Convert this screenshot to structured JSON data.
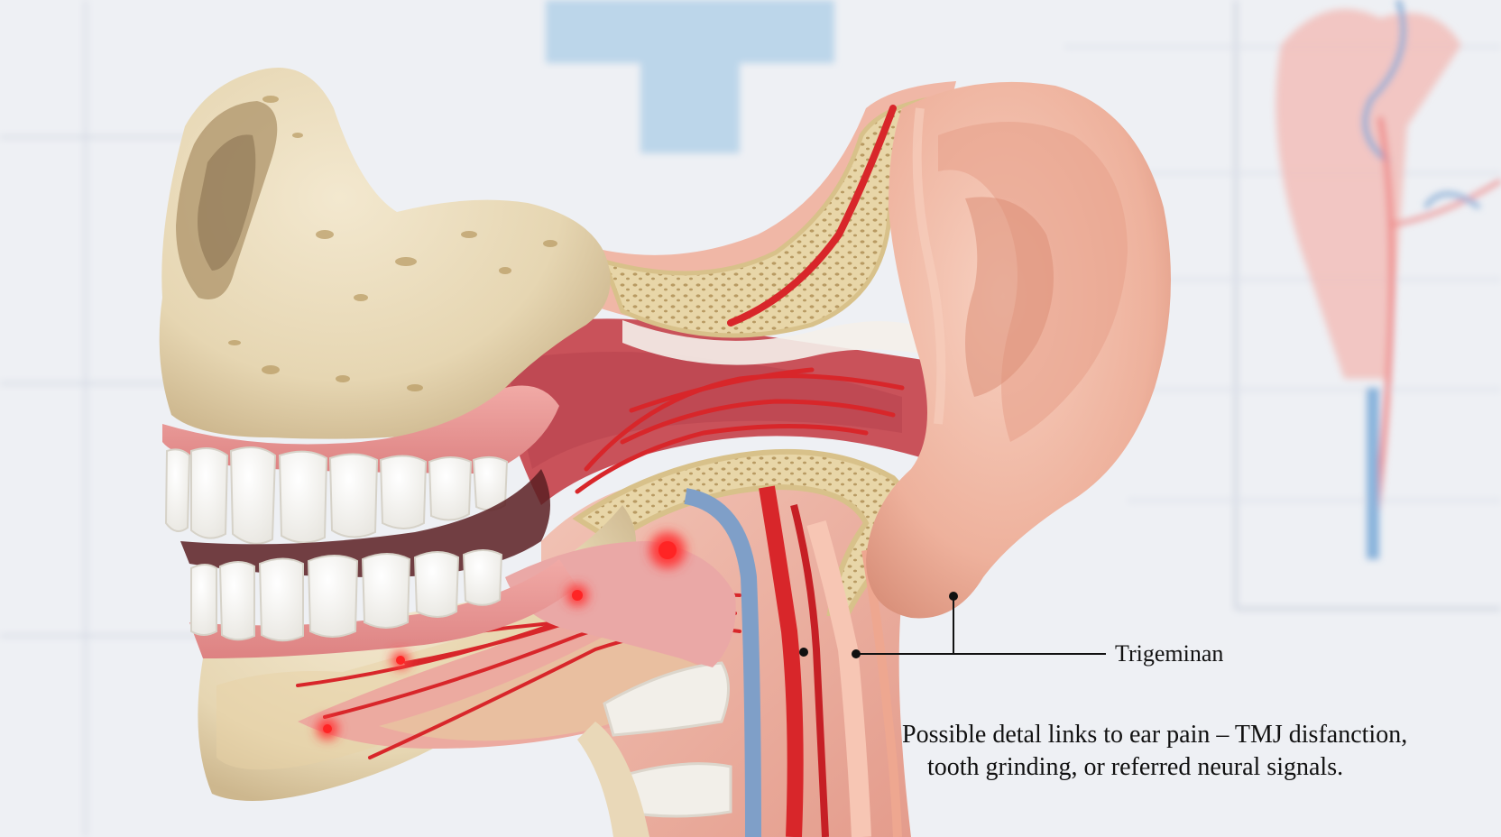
{
  "callout": {
    "label": "Trigeminan"
  },
  "caption": {
    "line1": "Possible detal links to ear pain – TMJ disfanction,",
    "line2": "tooth grinding, or referred neural signals."
  },
  "colors": {
    "background": "#eef0f4",
    "bone": "#e9dcc0",
    "bone_shadow": "#cbb88f",
    "gum": "#e89a9a",
    "soft_tissue": "#f0b8a8",
    "ear_skin": "#f2b8a4",
    "nerve": "#d8262a",
    "vessel_blue": "#7f9fc8",
    "tooth": "#fbfbf8",
    "leader_line": "#111111"
  },
  "icons": [
    "anatomy-illustration",
    "nerve-highlight-dot",
    "leader-dot"
  ]
}
